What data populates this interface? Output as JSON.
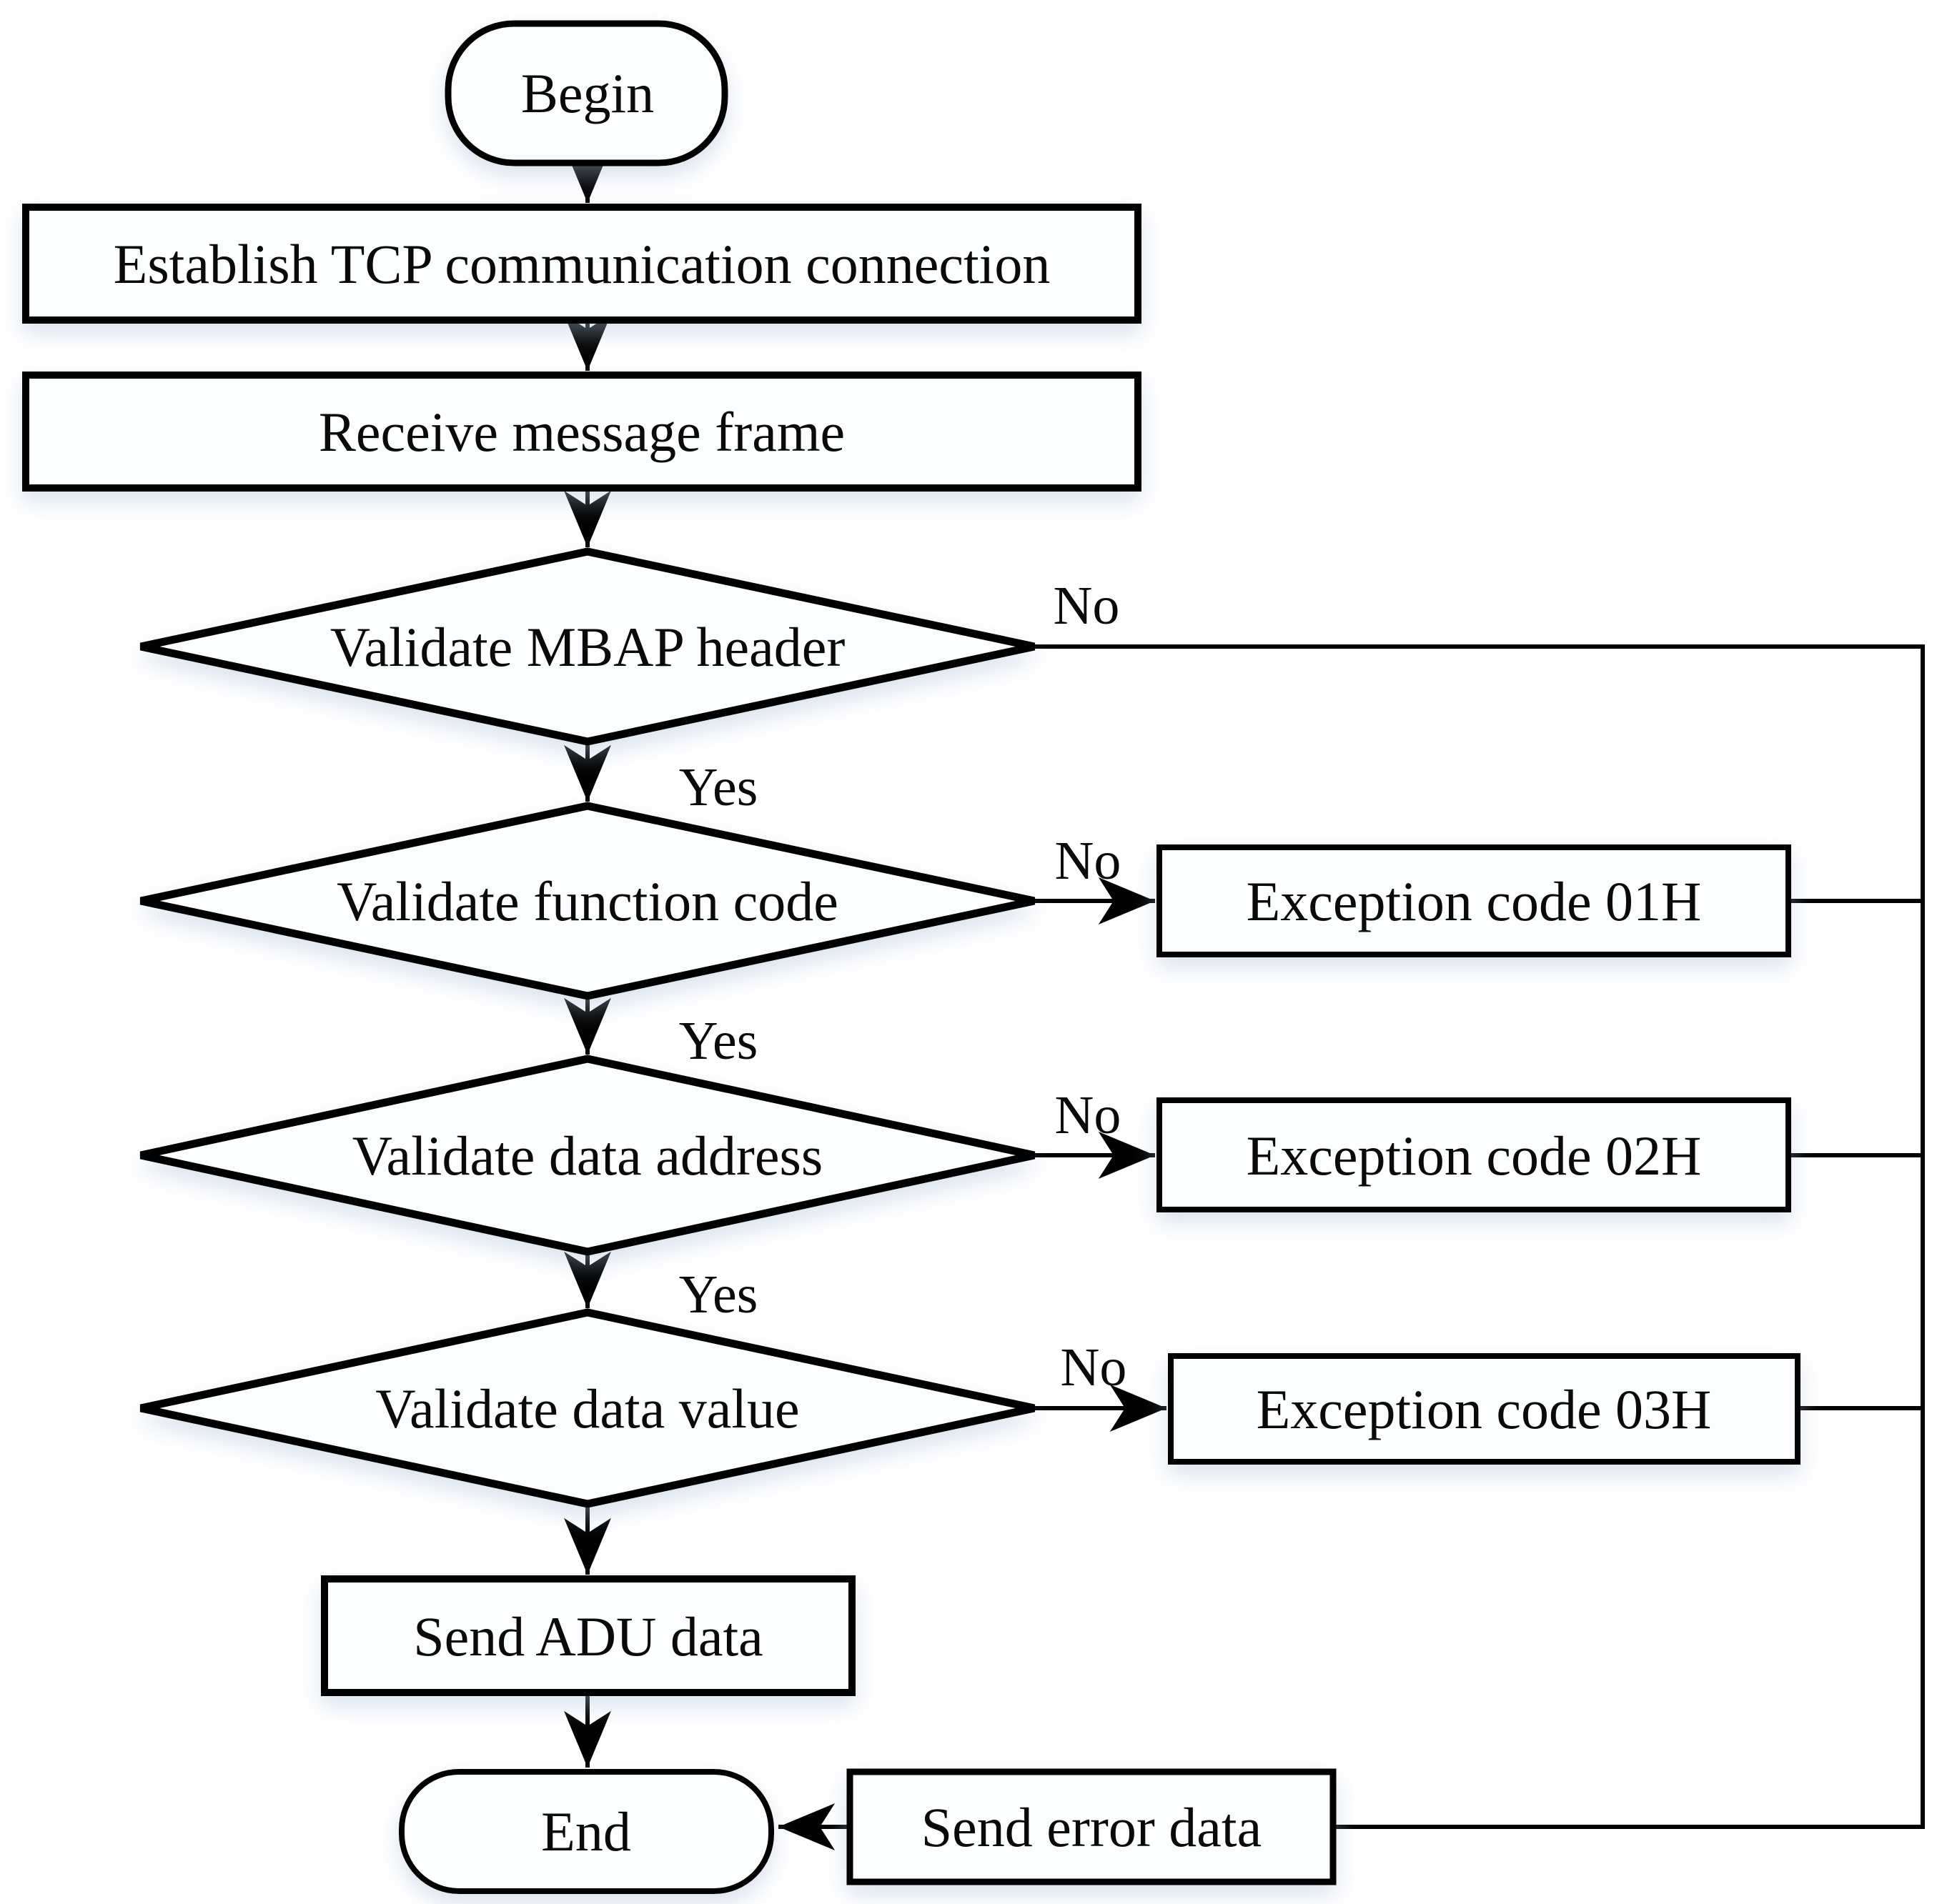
{
  "figure": {
    "type": "flowchart",
    "background": "#ffffff",
    "stroke_color": "#000000",
    "node_fill": "#fcfdff",
    "shadow_color": "#aebfd4"
  },
  "nodes": {
    "begin": "Begin",
    "establish_tcp": "Establish TCP communication connection",
    "receive_frame": "Receive message frame",
    "validate_mbap": "Validate MBAP header",
    "validate_function": "Validate function code",
    "validate_address": "Validate data address",
    "validate_value": "Validate data value",
    "exception_01h": "Exception code 01H",
    "exception_02h": "Exception code 02H",
    "exception_03h": "Exception code 03H",
    "send_adu": "Send ADU data",
    "end": "End",
    "send_error": "Send error data"
  },
  "edge_labels": {
    "mbap_no": "No",
    "mbap_yes": "Yes",
    "function_no": "No",
    "function_yes": "Yes",
    "address_no": "No",
    "address_yes": "Yes",
    "value_no": "No"
  }
}
